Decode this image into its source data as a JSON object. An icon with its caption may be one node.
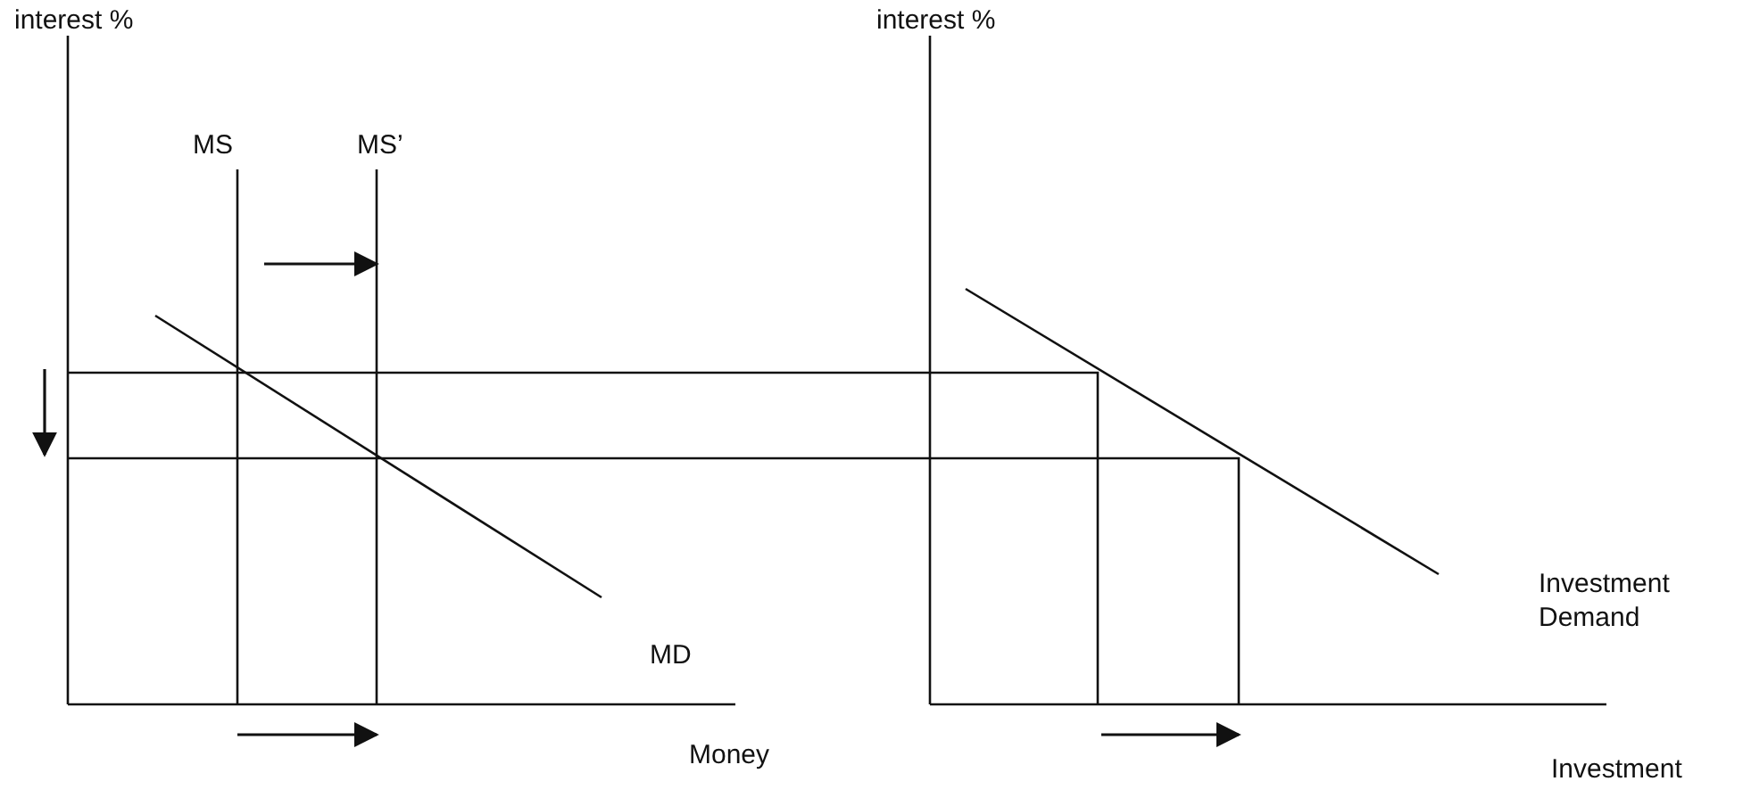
{
  "diagram": {
    "labels": [
      "interest %",
      "MS",
      "MS’",
      "MD",
      "Money",
      "interest %",
      "Investment Demand",
      "Investment"
    ]
  }
}
